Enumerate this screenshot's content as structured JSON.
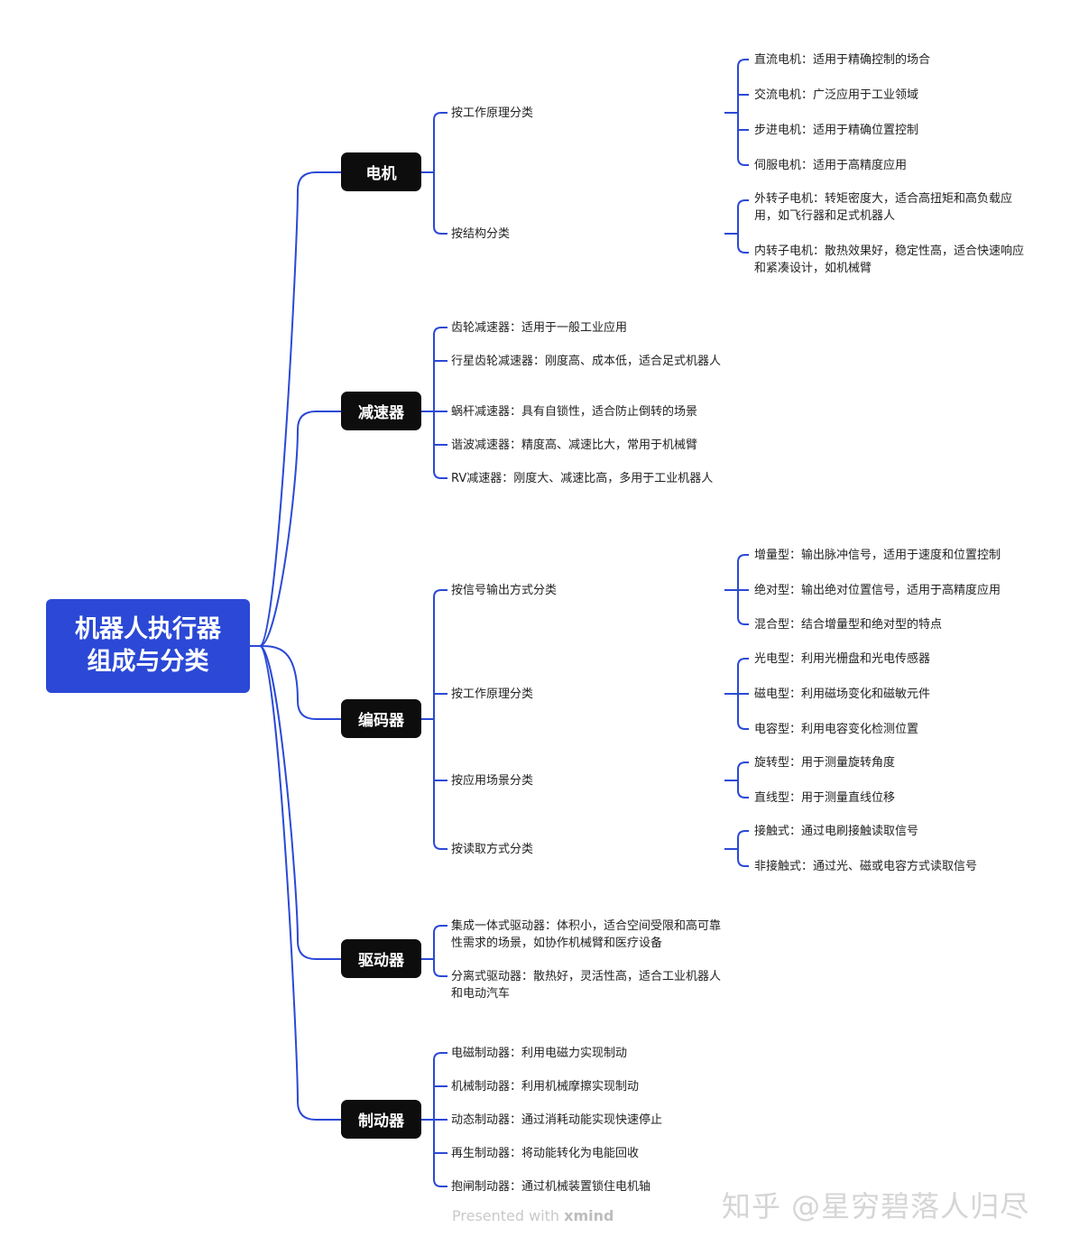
{
  "root": {
    "label": "机器人执行器组成与分类"
  },
  "branches": [
    {
      "label": "电机",
      "children": [
        {
          "label": "按工作原理分类",
          "leaves": [
            "直流电机：适用于精确控制的场合",
            "交流电机：广泛应用于工业领域",
            "步进电机：适用于精确位置控制",
            "伺服电机：适用于高精度应用"
          ]
        },
        {
          "label": "按结构分类",
          "leaves": [
            "外转子电机：转矩密度大，适合高扭矩和高负载应用，如飞行器和足式机器人",
            "内转子电机：散热效果好，稳定性高，适合快速响应和紧凑设计，如机械臂"
          ]
        }
      ]
    },
    {
      "label": "减速器",
      "children": [
        {
          "label": "齿轮减速器：适用于一般工业应用"
        },
        {
          "label": "行星齿轮减速器：刚度高、成本低，适合足式机器人"
        },
        {
          "label": "蜗杆减速器：具有自锁性，适合防止倒转的场景"
        },
        {
          "label": "谐波减速器：精度高、减速比大，常用于机械臂"
        },
        {
          "label": "RV减速器：刚度大、减速比高，多用于工业机器人"
        }
      ]
    },
    {
      "label": "编码器",
      "children": [
        {
          "label": "按信号输出方式分类",
          "leaves": [
            "增量型：输出脉冲信号，适用于速度和位置控制",
            "绝对型：输出绝对位置信号，适用于高精度应用",
            "混合型：结合增量型和绝对型的特点"
          ]
        },
        {
          "label": "按工作原理分类",
          "leaves": [
            "光电型：利用光栅盘和光电传感器",
            "磁电型：利用磁场变化和磁敏元件",
            "电容型：利用电容变化检测位置"
          ]
        },
        {
          "label": "按应用场景分类",
          "leaves": [
            "旋转型：用于测量旋转角度",
            "直线型：用于测量直线位移"
          ]
        },
        {
          "label": "按读取方式分类",
          "leaves": [
            "接触式：通过电刷接触读取信号",
            "非接触式：通过光、磁或电容方式读取信号"
          ]
        }
      ]
    },
    {
      "label": "驱动器",
      "children": [
        {
          "label": "集成一体式驱动器：体积小，适合空间受限和高可靠性需求的场景，如协作机械臂和医疗设备"
        },
        {
          "label": "分离式驱动器：散热好，灵活性高，适合工业机器人和电动汽车"
        }
      ]
    },
    {
      "label": "制动器",
      "children": [
        {
          "label": "电磁制动器：利用电磁力实现制动"
        },
        {
          "label": "机械制动器：利用机械摩擦实现制动"
        },
        {
          "label": "动态制动器：通过消耗动能实现快速停止"
        },
        {
          "label": "再生制动器：将动能转化为电能回收"
        },
        {
          "label": "抱闸制动器：通过机械装置锁住电机轴"
        }
      ]
    }
  ],
  "footer": {
    "prefix": "Presented with ",
    "brand": "xmind"
  },
  "watermark": "知乎 @星穷碧落人归尽",
  "colors": {
    "line": "#2b49d6",
    "root_bg": "#2b49d6",
    "main_bg": "#0d0d0d"
  }
}
